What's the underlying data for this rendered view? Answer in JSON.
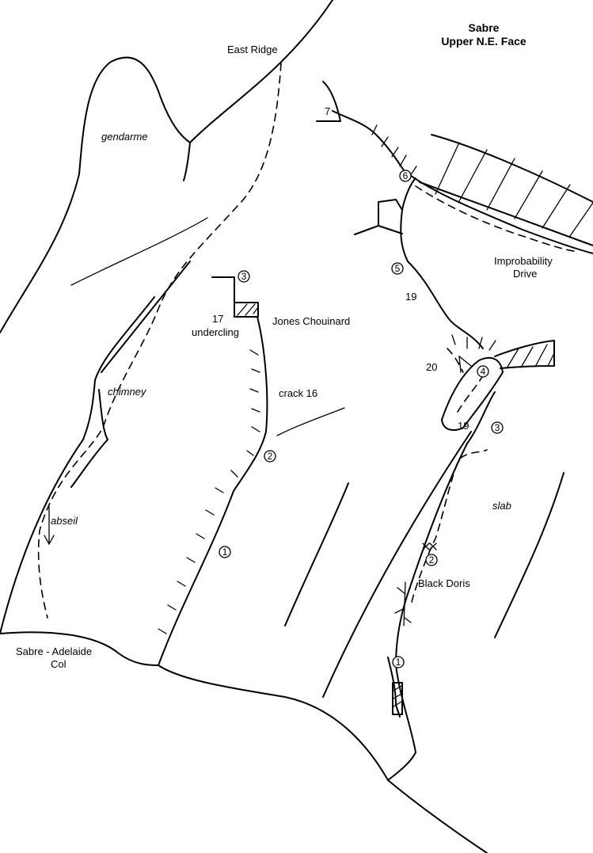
{
  "title": {
    "line1": "Sabre",
    "line2": "Upper N.E. Face"
  },
  "labels": {
    "east_ridge": "East Ridge",
    "gendarme": "gendarme",
    "chimney": "chimney",
    "abseil": "abseil",
    "col_line1": "Sabre - Adelaide",
    "col_line2": "Col",
    "grade_17": "17",
    "undercling": "undercling",
    "jones_chouinard": "Jones Chouinard",
    "crack_16": "crack 16",
    "improbability_line1": "Improbability",
    "improbability_line2": "Drive",
    "grade_19_upper": "19",
    "grade_20": "20",
    "grade_19_lower": "19",
    "slab": "slab",
    "black_doris": "Black Doris",
    "grade_7": "7"
  },
  "belays": {
    "jc_1": "1",
    "jc_2": "2",
    "jc_3": "3",
    "id_5": "5",
    "id_6": "6",
    "id_4": "4",
    "bd_3": "3",
    "bd_2": "2",
    "bd_1": "1"
  }
}
